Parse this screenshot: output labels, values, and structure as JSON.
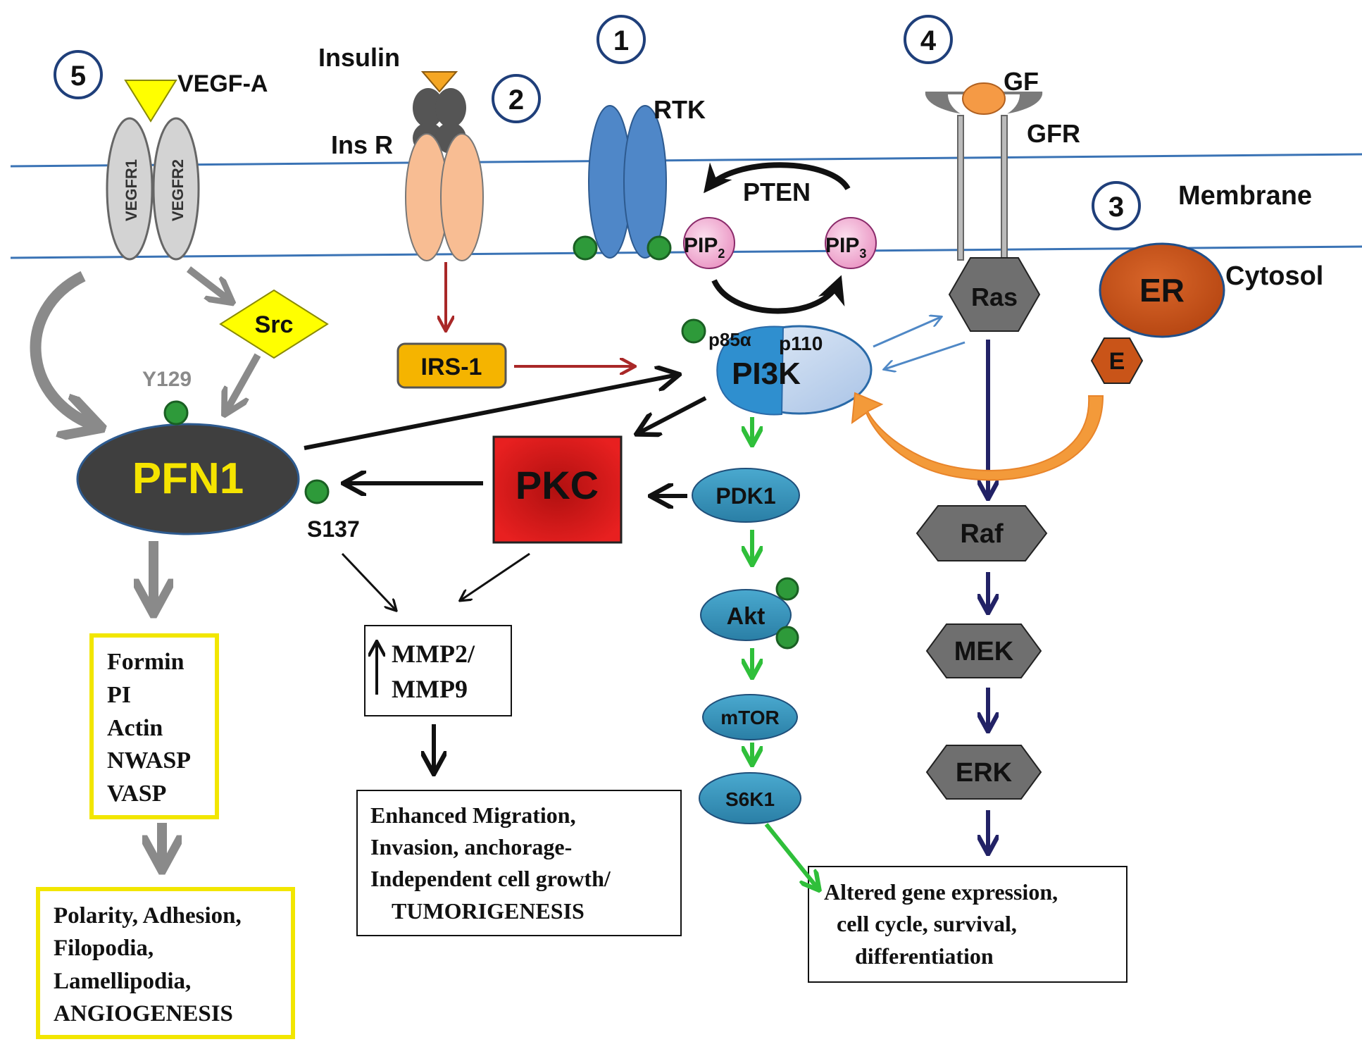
{
  "pathways": {
    "p1": {
      "number": "1",
      "receptor": "RTK"
    },
    "p2": {
      "number": "2",
      "ligand": "Insulin",
      "receptor": "Ins R"
    },
    "p3": {
      "number": "3",
      "receptor": "ER",
      "ligand": "E"
    },
    "p4": {
      "number": "4",
      "ligand": "GF",
      "receptor": "GFR"
    },
    "p5": {
      "number": "5",
      "ligand": "VEGF-A",
      "receptor_1": "VEGFR1",
      "receptor_2": "VEGFR2"
    }
  },
  "compartments": {
    "membrane": "Membrane",
    "cytosol": "Cytosol"
  },
  "nodes": {
    "pten": "PTEN",
    "pip2": {
      "base": "PIP",
      "sub": "2"
    },
    "pip3": {
      "base": "PIP",
      "sub": "3"
    },
    "src": "Src",
    "irs1": "IRS-1",
    "pi3k": {
      "label": "PI3K",
      "p85": "p85α",
      "p110": "p110"
    },
    "pfn1": {
      "label": "PFN1",
      "site_y": "Y129",
      "site_s": "S137"
    },
    "pkc": "PKC",
    "pdk1": "PDK1",
    "akt": "Akt",
    "mtor": "mTOR",
    "s6k1": "S6K1",
    "ras": "Ras",
    "raf": "Raf",
    "mek": "MEK",
    "erk": "ERK"
  },
  "boxes": {
    "binding_partners": [
      "Formin",
      "PI",
      "Actin",
      "NWASP",
      "VASP"
    ],
    "pfn1_outcomes": [
      "Polarity, Adhesion,",
      "Filopodia,",
      "Lamellipodia,",
      "ANGIOGENESIS"
    ],
    "mmp": [
      "MMP2/",
      "MMP9"
    ],
    "tumorigenesis": [
      "Enhanced Migration,",
      "Invasion, anchorage-",
      "Independent cell growth/",
      "TUMORIGENESIS"
    ],
    "gene_expression": [
      "Altered gene expression,",
      "cell cycle, survival,",
      "differentiation"
    ]
  },
  "colors": {
    "membrane_line": "#3a73b5",
    "pfn1_fill": "#3f3f3f",
    "pfn1_text": "#f5e400",
    "src_fill": "#ffff00",
    "irs1_fill": "#f5b400",
    "pkc_fill": "#e21b1b",
    "kinase_fill": "#3294bd",
    "ras_pathway_fill": "#6f6f6f",
    "er_fill": "#c95418",
    "phospho_dot": "#2e9a3a",
    "green_arrow": "#2fbf3a",
    "red_arrow": "#a92828",
    "navy_arrow": "#222266",
    "orange_arrow": "#f39a3a",
    "yellow_box_border": "#f2e600"
  }
}
